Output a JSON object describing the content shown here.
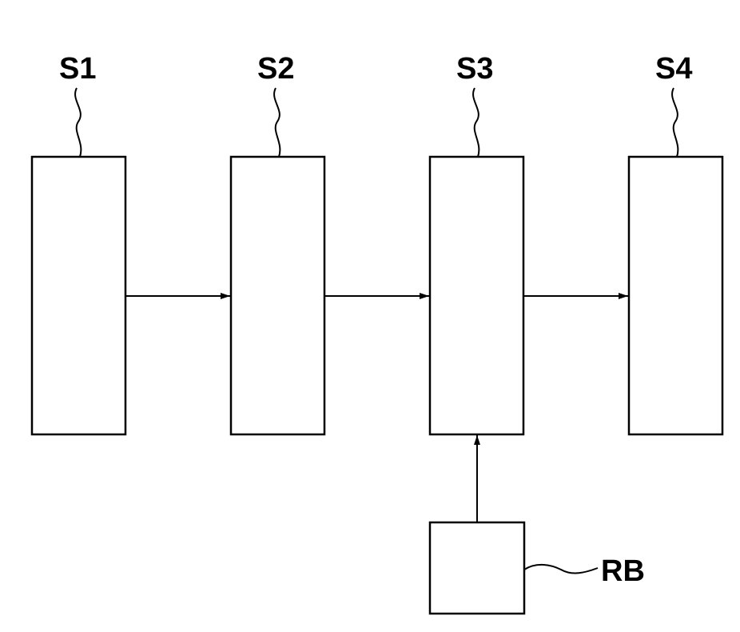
{
  "diagram": {
    "steps": [
      {
        "id": "s1",
        "label": "S1"
      },
      {
        "id": "s2",
        "label": "S2"
      },
      {
        "id": "s3",
        "label": "S3"
      },
      {
        "id": "s4",
        "label": "S4"
      }
    ],
    "input_block": {
      "id": "rb",
      "label": "RB"
    },
    "connections": [
      {
        "from": "s1",
        "to": "s2"
      },
      {
        "from": "s2",
        "to": "s3"
      },
      {
        "from": "s3",
        "to": "s4"
      },
      {
        "from": "rb",
        "to": "s3"
      }
    ],
    "line_color": "#000000",
    "background": "#ffffff"
  }
}
